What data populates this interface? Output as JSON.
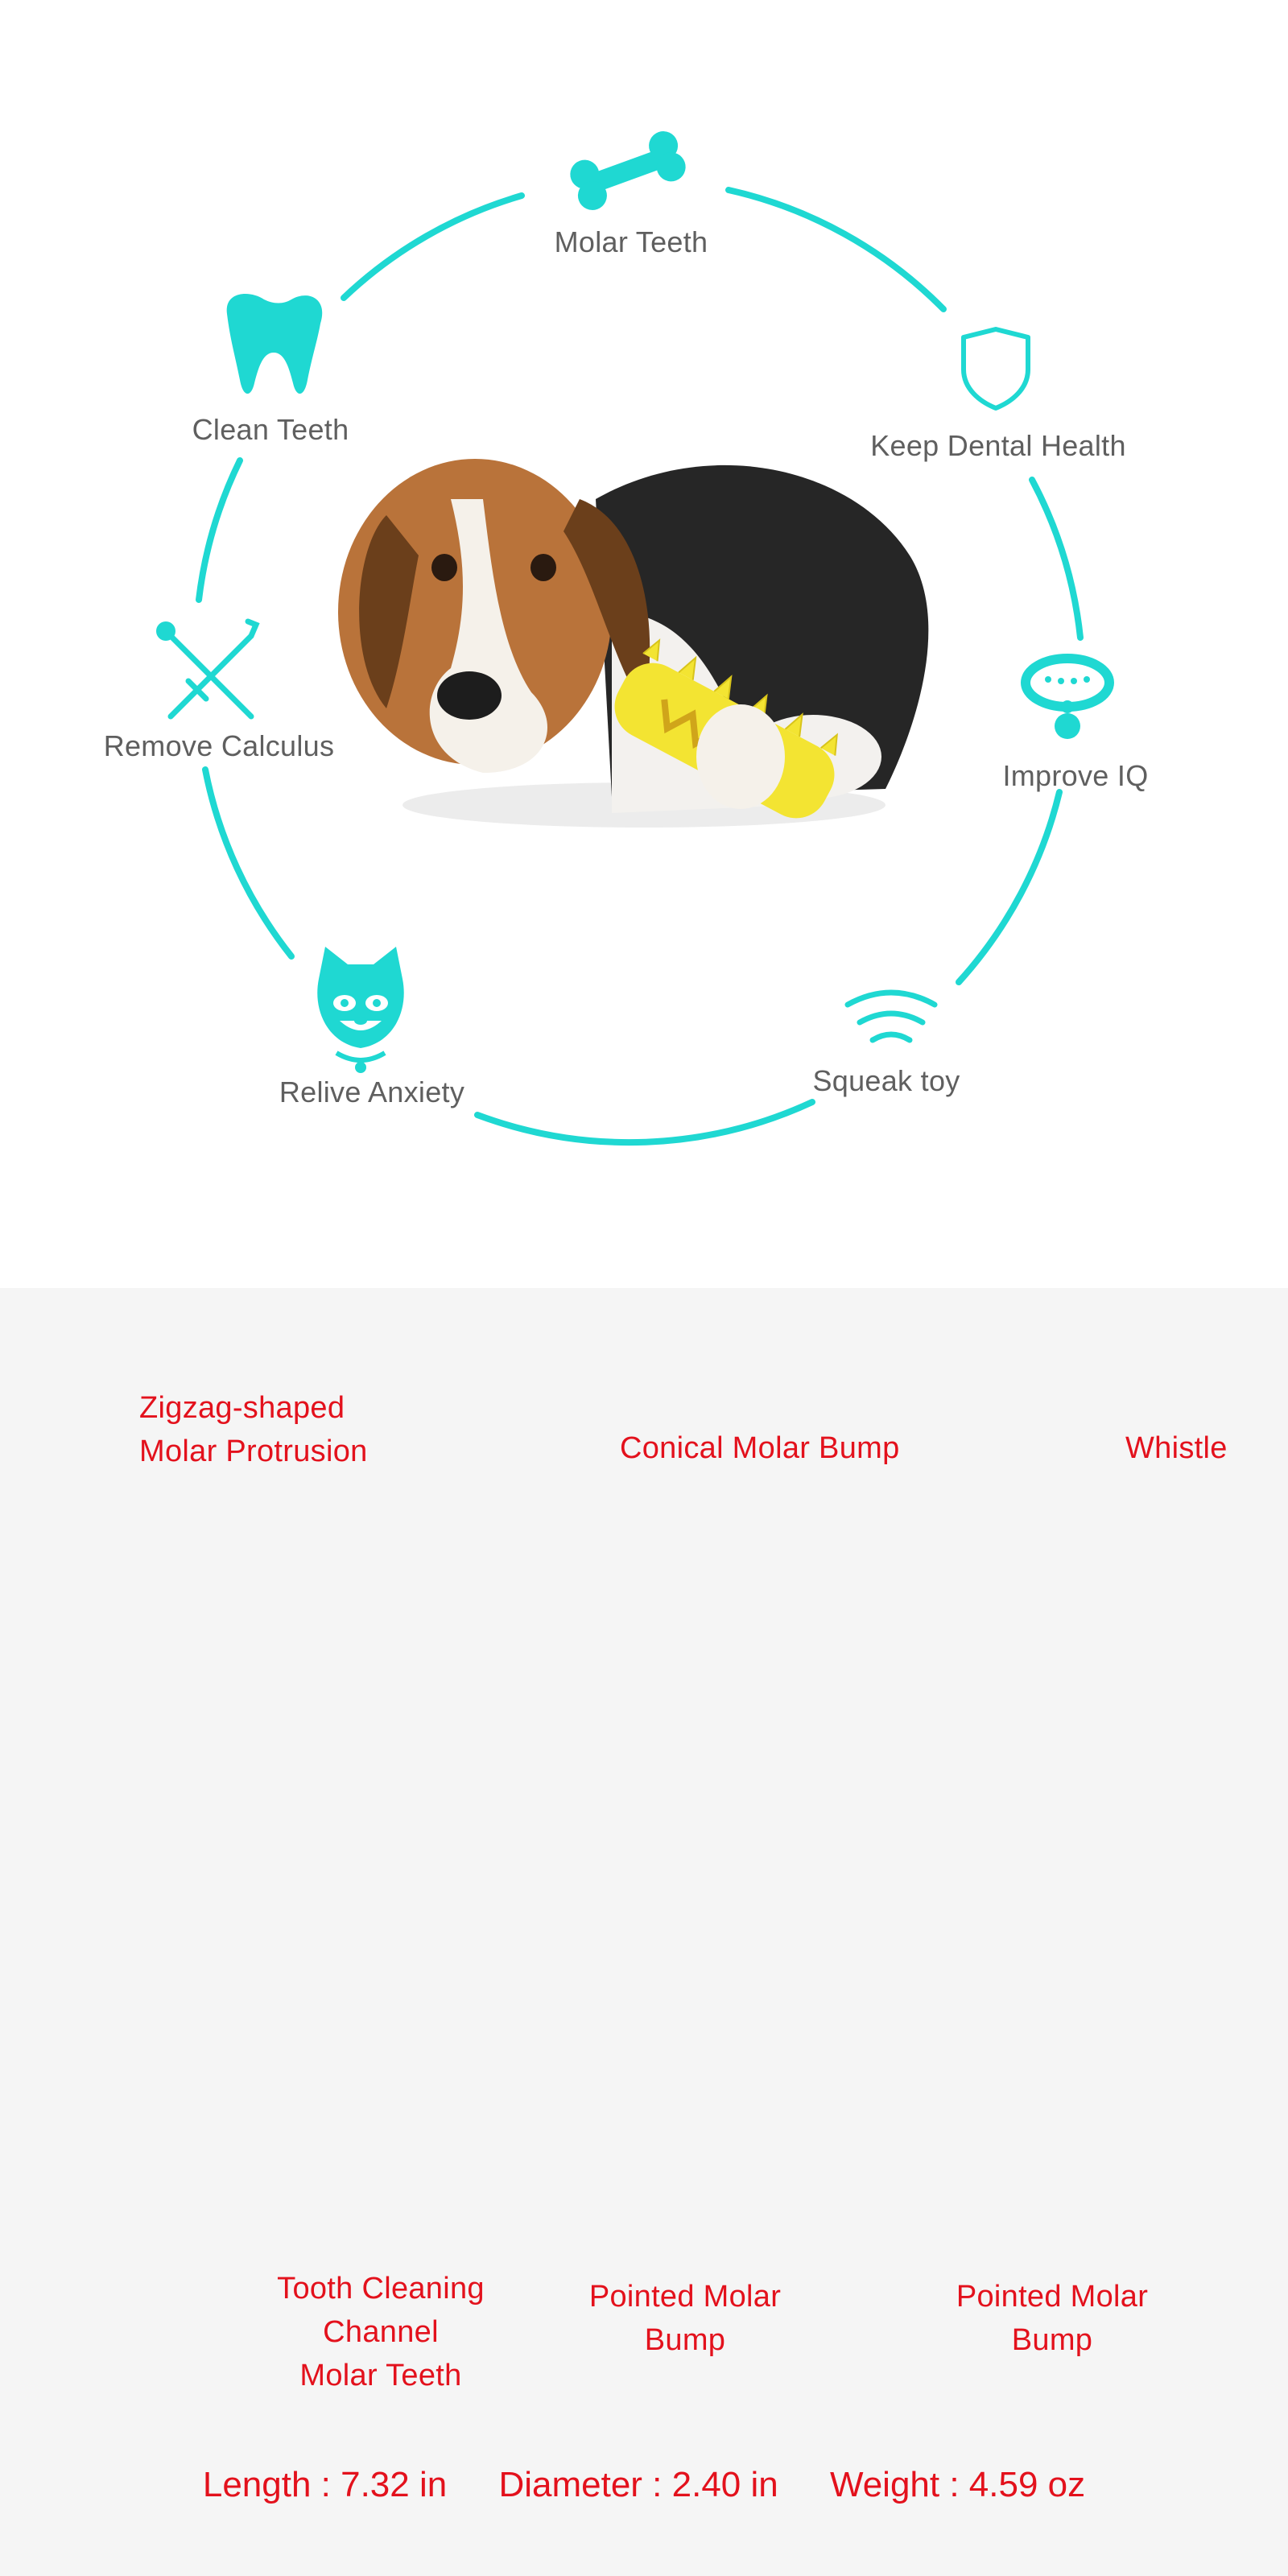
{
  "colors": {
    "accent": "#1fd8d2",
    "label_gray": "#5f5f5f",
    "callout_red": "#e3111c",
    "toy_yellow": "#f3e432"
  },
  "features": [
    {
      "label": "Molar Teeth",
      "icon": "bone-icon"
    },
    {
      "label": "Keep Dental Health",
      "icon": "shield-icon"
    },
    {
      "label": "Improve IQ",
      "icon": "collar-icon"
    },
    {
      "label": "Squeak toy",
      "icon": "sound-waves-icon"
    },
    {
      "label": "Relive Anxiety",
      "icon": "dog-face-icon"
    },
    {
      "label": "Remove Calculus",
      "icon": "dental-tools-icon"
    },
    {
      "label": "Clean Teeth",
      "icon": "tooth-icon"
    }
  ],
  "callouts": {
    "zigzag": "Zigzag-shaped\nMolar Protrusion",
    "conical": "Conical Molar Bump",
    "whistle": "Whistle",
    "channel": "Tooth Cleaning\nChannel\nMolar Teeth",
    "pointed_mid": "Pointed Molar\nBump",
    "pointed_right": "Pointed Molar Bump"
  },
  "specs": {
    "length": "Length : 7.32 in",
    "diameter": "Diameter : 2.40 in",
    "weight": "Weight : 4.59 oz"
  }
}
